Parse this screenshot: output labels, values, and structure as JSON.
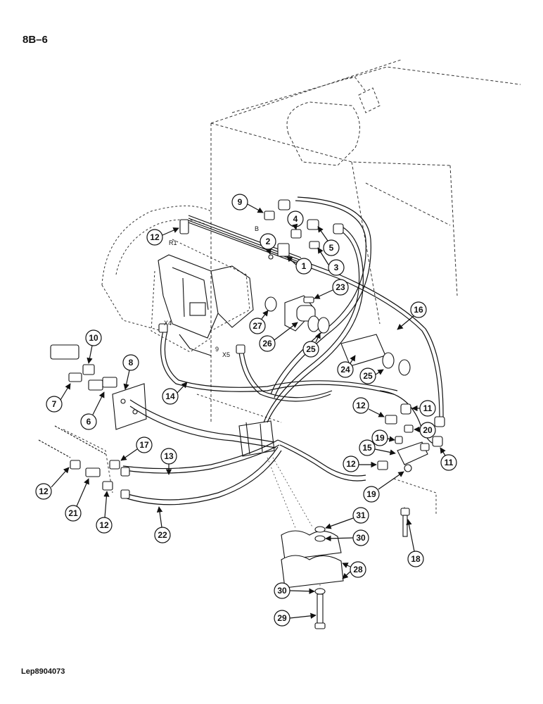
{
  "page": {
    "number": "8B–6",
    "reference": "Lep8904073"
  },
  "port_labels": [
    "B",
    "R1",
    "X4",
    "X5",
    "9"
  ],
  "callouts": [
    "1",
    "2",
    "3",
    "4",
    "5",
    "6",
    "7",
    "8",
    "9",
    "10",
    "11",
    "12",
    "13",
    "14",
    "15",
    "16",
    "17",
    "18",
    "19",
    "20",
    "21",
    "22",
    "23",
    "24",
    "25",
    "26",
    "27",
    "28",
    "29",
    "30",
    "31"
  ],
  "colors": {
    "ink": "#111111",
    "paper": "#ffffff"
  },
  "icons": [
    "arrow-icon"
  ]
}
